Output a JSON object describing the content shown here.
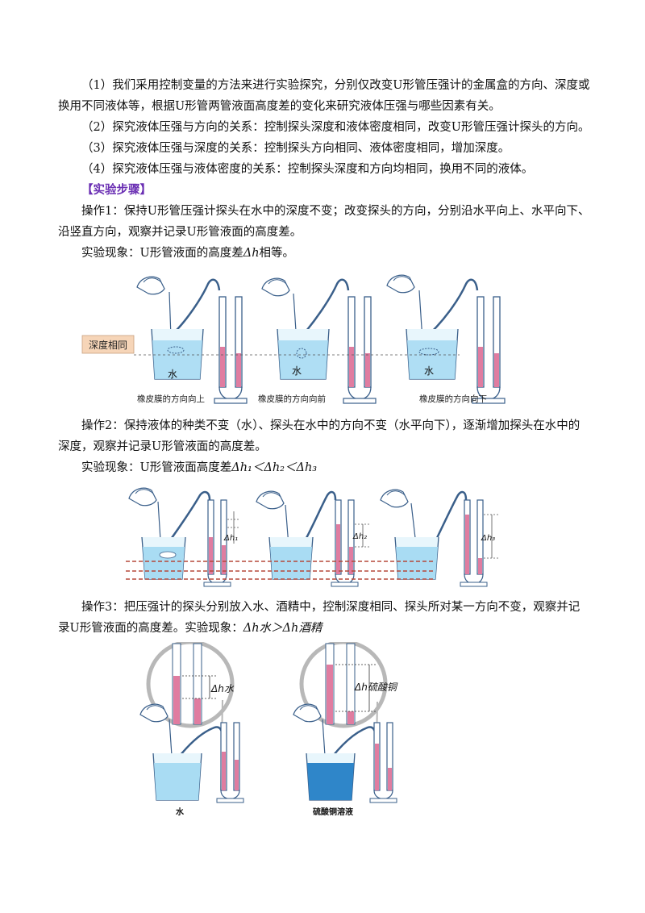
{
  "paragraphs": {
    "p1": "（1）我们采用控制变量的方法来进行实验探究，分别仅改变U形管压强计的金属盒的方向、深度或换用不同液体等，根据U形管两管液面高度差的变化来研究液体压强与哪些因素有关。",
    "p2": "（2）探究液体压强与方向的关系：控制探头深度和液体密度相同，改变U形管压强计探头的方向。",
    "p3": "（3）探究液体压强与深度的关系：控制探头方向相同、液体密度相同，增加深度。",
    "p4": "（4）探究液体压强与液体密度的关系：控制探头深度和方向均相同，换用不同的液体。"
  },
  "section_title": "【实验步骤】",
  "op1": {
    "text": "操作1：保持U形管压强计探头在水中的深度不变；改变探头的方向，分别沿水平向上、水平向下、沿竖直方向，观察并记录U形管液面的高度差。",
    "result_prefix": "实验现象：U形管液面的高度差",
    "result_symbol": "Δh",
    "result_suffix": "相等。",
    "label_depth": "深度相同",
    "water": "水",
    "captions": [
      "橡皮膜的方向向上",
      "橡皮膜的方向向前",
      "橡皮膜的方向向下"
    ]
  },
  "op2": {
    "text": "操作2：保持液体的种类不变（水）、探头在水中的方向不变（水平向下），逐渐增加探头在水中的深度，观察并记录U形管液面的高度差。",
    "result_prefix": "实验现象：U形管液面高度差",
    "result_formula": "Δh₁＜Δh₂＜Δh₃",
    "dh_labels": [
      "Δh₁",
      "Δh₂",
      "Δh₃"
    ]
  },
  "op3": {
    "text": "操作3：把压强计的探头分别放入水、酒精中，控制深度相同、探头所对某一方向不变，观察并记录U形管液面的高度差。实验现象：",
    "result_formula": "Δh水＞Δh酒精",
    "zoom_labels": [
      "Δh水",
      "Δh硫酸铜"
    ],
    "captions": [
      "水",
      "硫酸铜溶液"
    ]
  },
  "colors": {
    "water": "#a9dcf3",
    "copper_sulfate": "#2f86c9",
    "manometer_liquid": "#e07ca0",
    "section": "#6a2fb3",
    "depth_label_bg": "#f6d5b8",
    "dashed_line": "#b5483a"
  }
}
